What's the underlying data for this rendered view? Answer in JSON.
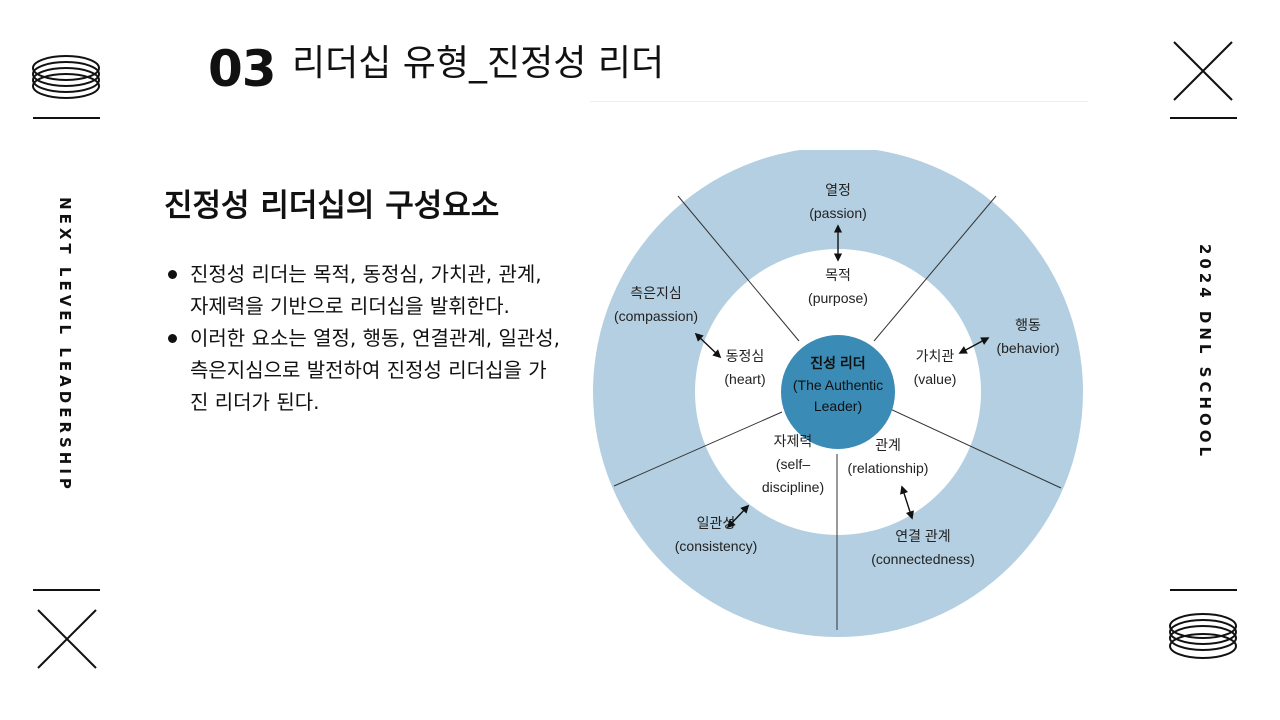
{
  "header": {
    "number": "03",
    "title": "리더십 유형_진정성 리더"
  },
  "side": {
    "left_label": "NEXT LEVEL LEADERSHIP",
    "right_label": "2024 DNL SCHOOL"
  },
  "content": {
    "heading": "진정성 리더십의 구성요소",
    "bullets": [
      "진정성 리더는 목적, 동정심, 가치관, 관계, 자제력을 기반으로 리더십을 발휘한다.",
      "이러한 요소는 열정, 행동, 연결관계, 일관성, 측은지심으로 발전하여 진정성 리더십을 가진 리더가 된다."
    ]
  },
  "diagram": {
    "center": {
      "line1": "진성 리더",
      "line2": "(The Authentic",
      "line3": "Leader)"
    },
    "inner": {
      "purpose": {
        "ko": "목적",
        "en": "(purpose)"
      },
      "heart": {
        "ko": "동정심",
        "en": "(heart)"
      },
      "value": {
        "ko": "가치관",
        "en": "(value)"
      },
      "self_discipline": {
        "ko": "자제력",
        "en1": "(self–",
        "en2": "discipline)"
      },
      "relationship": {
        "ko": "관계",
        "en": "(relationship)"
      }
    },
    "outer": {
      "passion": {
        "ko": "열정",
        "en": "(passion)"
      },
      "compassion": {
        "ko": "측은지심",
        "en": "(compassion)"
      },
      "behavior": {
        "ko": "행동",
        "en": "(behavior)"
      },
      "consistency": {
        "ko": "일관성",
        "en": "(consistency)"
      },
      "connectedness": {
        "ko": "연결 관계",
        "en": "(connectedness)"
      }
    },
    "colors": {
      "outer_ring": "#b3cfe1",
      "center": "#3a8bb5",
      "inner": "#ffffff"
    }
  }
}
